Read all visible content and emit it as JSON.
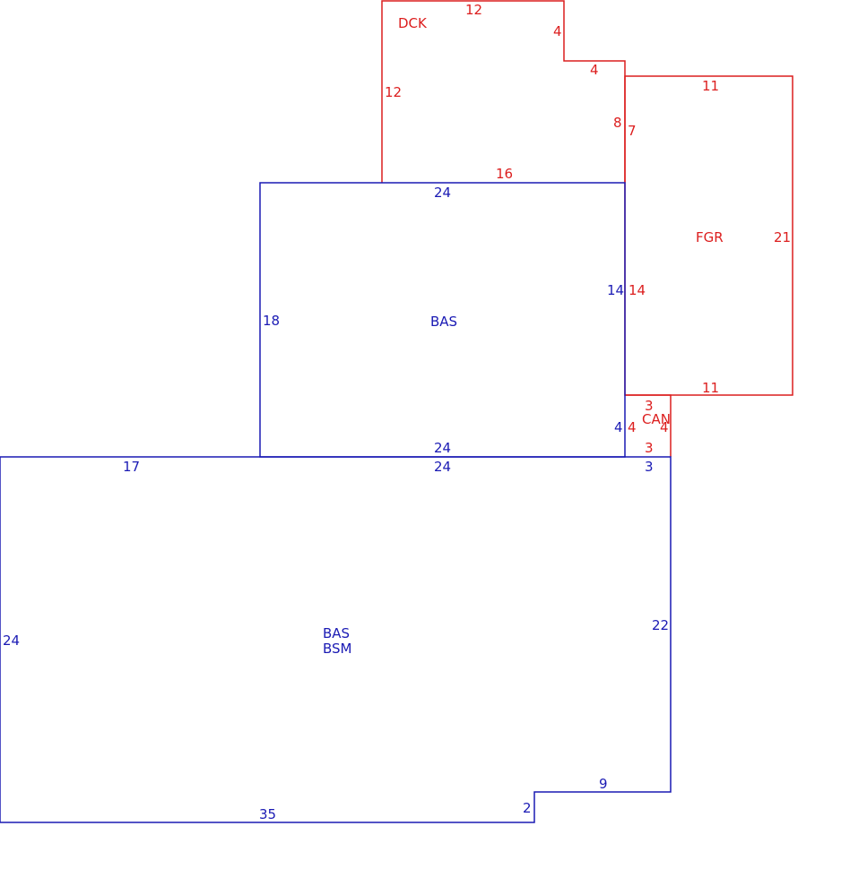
{
  "colors": {
    "living": "#1a1ab4",
    "accessory": "#dc1e1e",
    "background": "#ffffff"
  },
  "areas": {
    "dck": {
      "code": "DCK"
    },
    "fgr": {
      "code": "FGR"
    },
    "can": {
      "code": "CAN"
    },
    "bas_upper": {
      "code": "BAS"
    },
    "bas_lower": {
      "code": "BAS",
      "code2": "BSM"
    }
  },
  "dimensions": {
    "dck_top": "12",
    "dck_right_upper": "4",
    "dck_step": "4",
    "dck_left": "12",
    "dck_right_lower": "8",
    "dck_bottom": "16",
    "fgr_top": "11",
    "fgr_left": "7",
    "fgr_right": "21",
    "fgr_mid": "14",
    "fgr_bottom": "11",
    "bas_top": "24",
    "bas_left": "18",
    "bas_right": "14",
    "bas_bottom": "24",
    "can_top": "3",
    "can_left": "4",
    "can_right": "4",
    "can_bottom": "3",
    "bas_step_left": "4",
    "lower_top_left": "17",
    "lower_top_mid": "24",
    "lower_top_right": "3",
    "lower_left": "24",
    "lower_right": "22",
    "lower_step_top": "9",
    "lower_step_side": "2",
    "lower_bottom": "35"
  }
}
